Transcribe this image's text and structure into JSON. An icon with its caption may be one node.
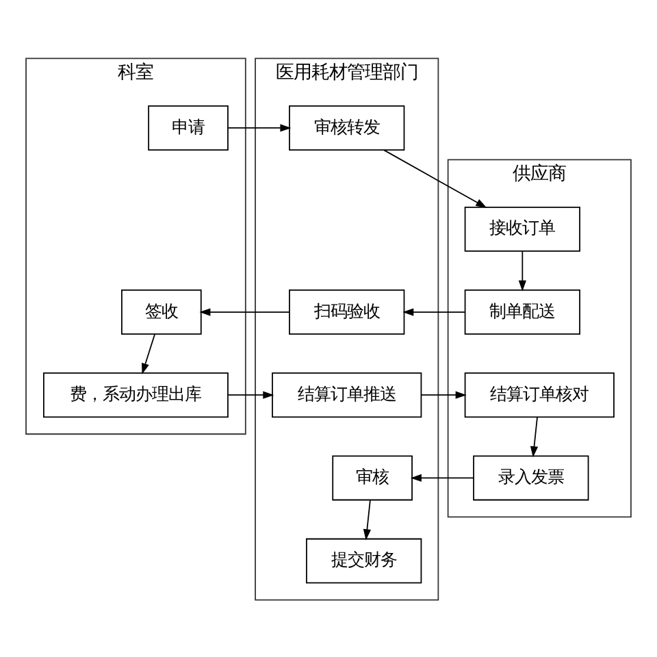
{
  "diagram": {
    "nodes": [
      {
        "text": [
          "科室"
        ]
      },
      {
        "text": [
          "医用耗材管理部门"
        ]
      },
      {
        "text": [
          "供应商"
        ]
      },
      {
        "text": [
          "申请"
        ],
        "in": 0
      },
      {
        "text": [
          "审核转发"
        ],
        "in": 1
      },
      {
        "text": [
          "接收订单"
        ],
        "in": 2
      },
      {
        "text": [
          "签收"
        ],
        "in": 0
      },
      {
        "text": [
          "扫码验收"
        ],
        "in": 1
      },
      {
        "text": [
          "制单配送"
        ],
        "in": 2
      },
      {
        "text": [
          "费，系动办理出库"
        ],
        "in": 0
      },
      {
        "text": [
          "结算订单推送"
        ],
        "in": 1
      },
      {
        "text": [
          "结算订单核对"
        ],
        "in": 2
      },
      {
        "text": [
          "审核"
        ],
        "in": 1
      },
      {
        "text": [
          "录入发票"
        ],
        "in": 2
      },
      {
        "text": [
          "提交财务"
        ],
        "in": 1
      }
    ],
    "edges": [
      {
        "from": 3,
        "to": 4,
        "arrow": "to"
      },
      {
        "from": 4,
        "to": 5,
        "arrow": "to"
      },
      {
        "from": 5,
        "to": 8,
        "arrow": "to"
      },
      {
        "from": 8,
        "to": 7,
        "arrow": "to"
      },
      {
        "from": 7,
        "to": 6,
        "arrow": "to"
      },
      {
        "from": 6,
        "to": 9,
        "arrow": "to"
      },
      {
        "from": 9,
        "to": 10,
        "arrow": "to"
      },
      {
        "from": 10,
        "to": 11,
        "arrow": "to"
      },
      {
        "from": 11,
        "to": 13,
        "arrow": "to"
      },
      {
        "from": 13,
        "to": 12,
        "arrow": "to"
      },
      {
        "from": 12,
        "to": 14,
        "arrow": "to"
      }
    ]
  }
}
